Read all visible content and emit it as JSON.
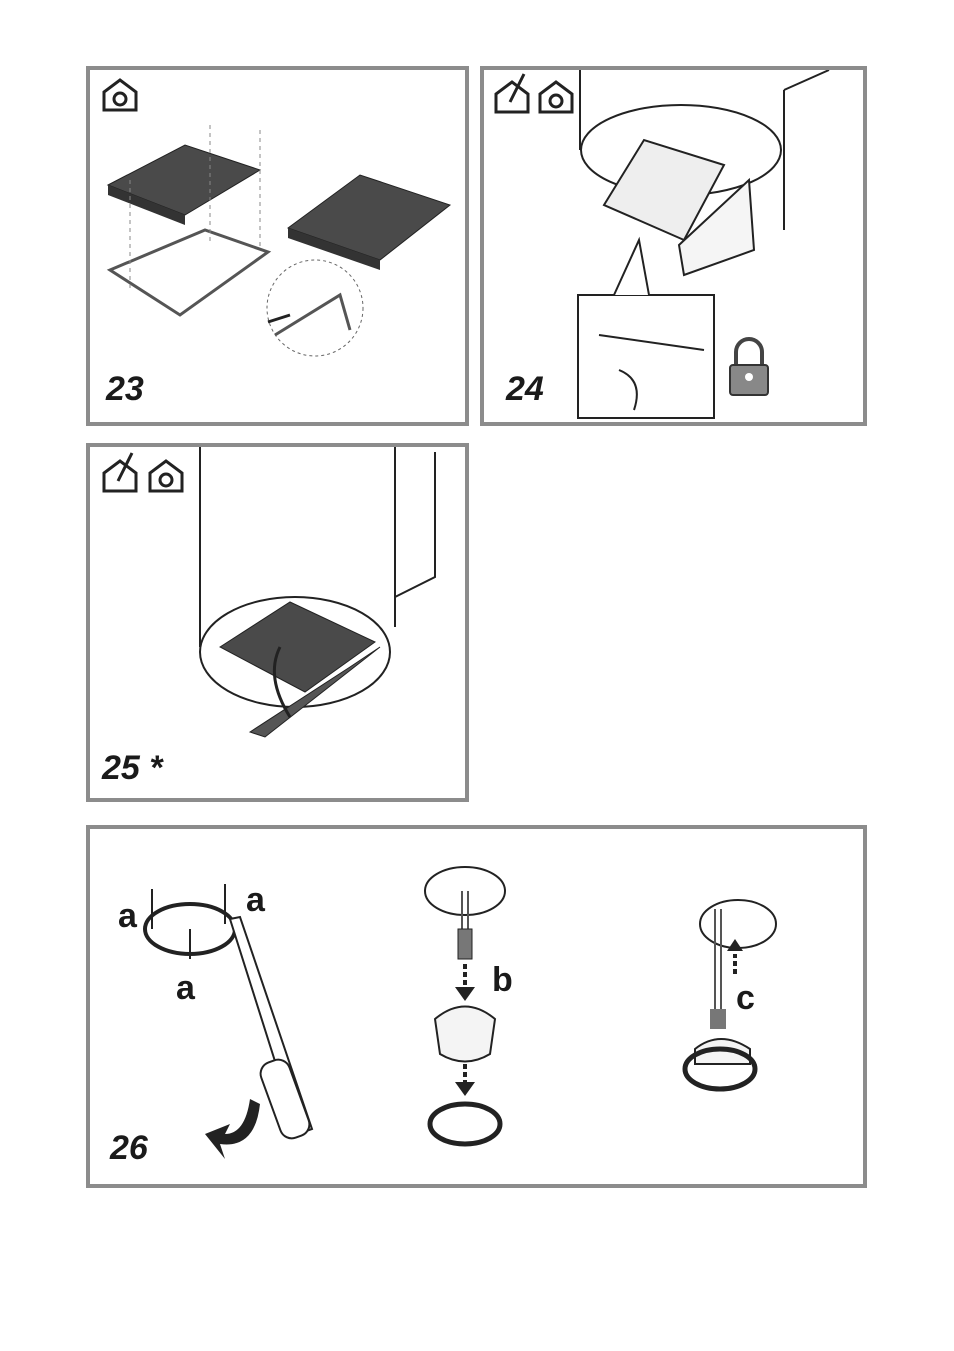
{
  "figures": [
    {
      "number": "23",
      "icons": [
        "recirculation-house-icon"
      ]
    },
    {
      "number": "24",
      "icons": [
        "ducted-house-icon",
        "recirculation-house-icon",
        "padlock-icon"
      ]
    },
    {
      "number": "25 *",
      "icons": [
        "ducted-house-icon",
        "recirculation-house-icon"
      ]
    },
    {
      "number": "26",
      "labels": {
        "a1": "a",
        "a2": "a",
        "a3": "a",
        "b": "b",
        "c": "c"
      }
    }
  ],
  "colors": {
    "border": "#8c8c8c",
    "ink": "#1a1a1a",
    "filter": "#4a4a4a"
  }
}
